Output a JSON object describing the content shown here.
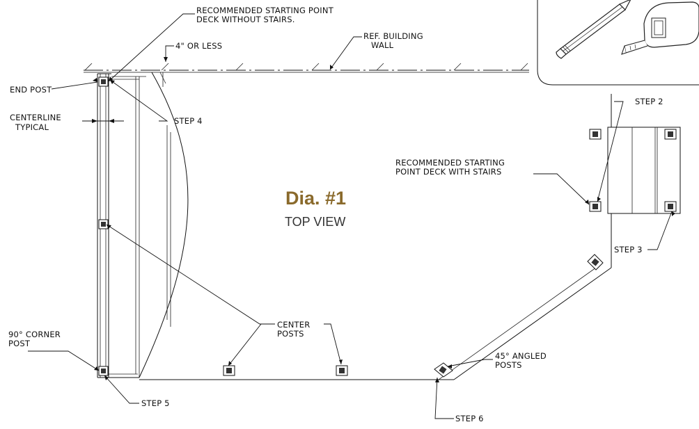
{
  "diagram": {
    "title": "Dia. #1",
    "subtitle": "TOP VIEW",
    "title_color": "#8a6a2c",
    "labels": {
      "rec_start_line1": "RECOMMENDED STARTING POINT",
      "rec_start_line2": "DECK WITHOUT STAIRS.",
      "four_or_less": "4\" OR LESS",
      "ref_wall_line1": "REF. BUILDING",
      "ref_wall_line2": "WALL",
      "end_post": "END POST",
      "centerline_line1": "CENTERLINE",
      "centerline_line2": "TYPICAL",
      "step4": "STEP 4",
      "step2": "STEP 2",
      "rec_stairs_line1": "RECOMMENDED STARTING",
      "rec_stairs_line2": "POINT DECK WITH STAIRS",
      "step3": "STEP 3",
      "corner_line1": "90° CORNER",
      "corner_line2": "POST",
      "center_line1": "CENTER",
      "center_line2": "POSTS",
      "angled_line1": "45° ANGLED",
      "angled_line2": "POSTS",
      "step5": "STEP 5",
      "step6": "STEP 6"
    },
    "icons": [
      "pencil-icon",
      "tape-measure-icon"
    ]
  }
}
